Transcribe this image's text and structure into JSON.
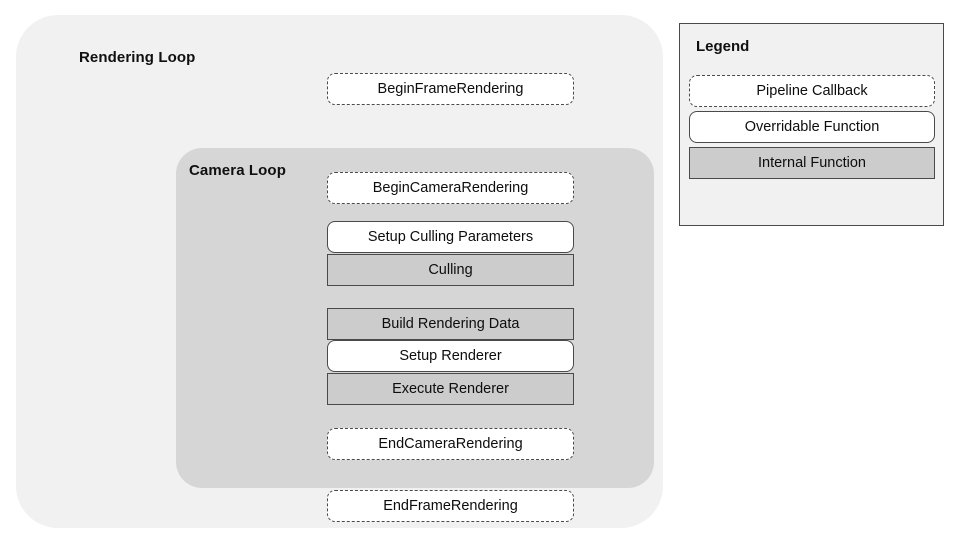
{
  "diagram": {
    "title": "Rendering Loop",
    "containers": [
      {
        "name": "rendering-loop",
        "label": "Rendering Loop"
      },
      {
        "name": "camera-loop",
        "label": "Camera Loop"
      }
    ],
    "nodes": [
      {
        "id": "begin-frame-rendering",
        "label": "BeginFrameRendering",
        "style": "callback",
        "scope": "rendering-loop"
      },
      {
        "id": "begin-camera-rendering",
        "label": "BeginCameraRendering",
        "style": "callback",
        "scope": "camera-loop"
      },
      {
        "id": "setup-culling-parameters",
        "label": "Setup Culling Parameters",
        "style": "overridable",
        "scope": "camera-loop"
      },
      {
        "id": "culling",
        "label": "Culling",
        "style": "internal",
        "scope": "camera-loop"
      },
      {
        "id": "build-rendering-data",
        "label": "Build Rendering Data",
        "style": "internal",
        "scope": "camera-loop"
      },
      {
        "id": "setup-renderer",
        "label": "Setup Renderer",
        "style": "overridable",
        "scope": "camera-loop"
      },
      {
        "id": "execute-renderer",
        "label": "Execute Renderer",
        "style": "internal",
        "scope": "camera-loop"
      },
      {
        "id": "end-camera-rendering",
        "label": "EndCameraRendering",
        "style": "callback",
        "scope": "camera-loop"
      },
      {
        "id": "end-frame-rendering",
        "label": "EndFrameRendering",
        "style": "callback",
        "scope": "rendering-loop"
      }
    ]
  },
  "legend": {
    "title": "Legend",
    "items": [
      {
        "id": "pipeline-callback",
        "label": "Pipeline Callback",
        "style": "callback"
      },
      {
        "id": "overridable-function",
        "label": "Overridable Function",
        "style": "overridable"
      },
      {
        "id": "internal-function",
        "label": "Internal Function",
        "style": "internal"
      }
    ]
  },
  "colors": {
    "page_background": "#ffffff",
    "rendering_loop_fill": "#f1f1f1",
    "camera_loop_fill": "#d6d6d6",
    "internal_function_fill": "#cccccc",
    "callback_fill": "#ffffff",
    "overridable_fill": "#ffffff",
    "stroke": "#4a4a4a",
    "text": "#0d0d0d"
  }
}
